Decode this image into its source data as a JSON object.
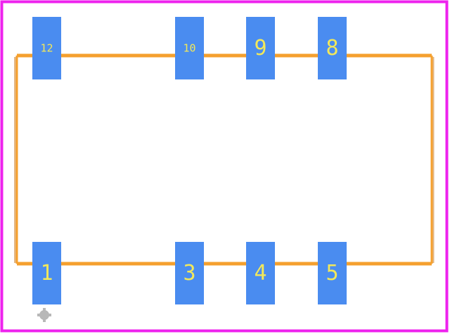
{
  "footprint": {
    "colors": {
      "courtyard": "#ee22ee",
      "silkscreen": "#f5a02e",
      "silkscreen_side": "#e3b785",
      "pad": "#4a8cf0",
      "pad_label": "#f2e85a",
      "pin1_marker": "#b8b8b8",
      "background": "#ffffff"
    },
    "pads": {
      "top": [
        {
          "label": "12"
        },
        {
          "label": "10"
        },
        {
          "label": "9"
        },
        {
          "label": "8"
        }
      ],
      "bottom": [
        {
          "label": "1"
        },
        {
          "label": "3"
        },
        {
          "label": "4"
        },
        {
          "label": "5"
        }
      ]
    },
    "pin1_marker_icon": "pin1-dot-icon"
  }
}
